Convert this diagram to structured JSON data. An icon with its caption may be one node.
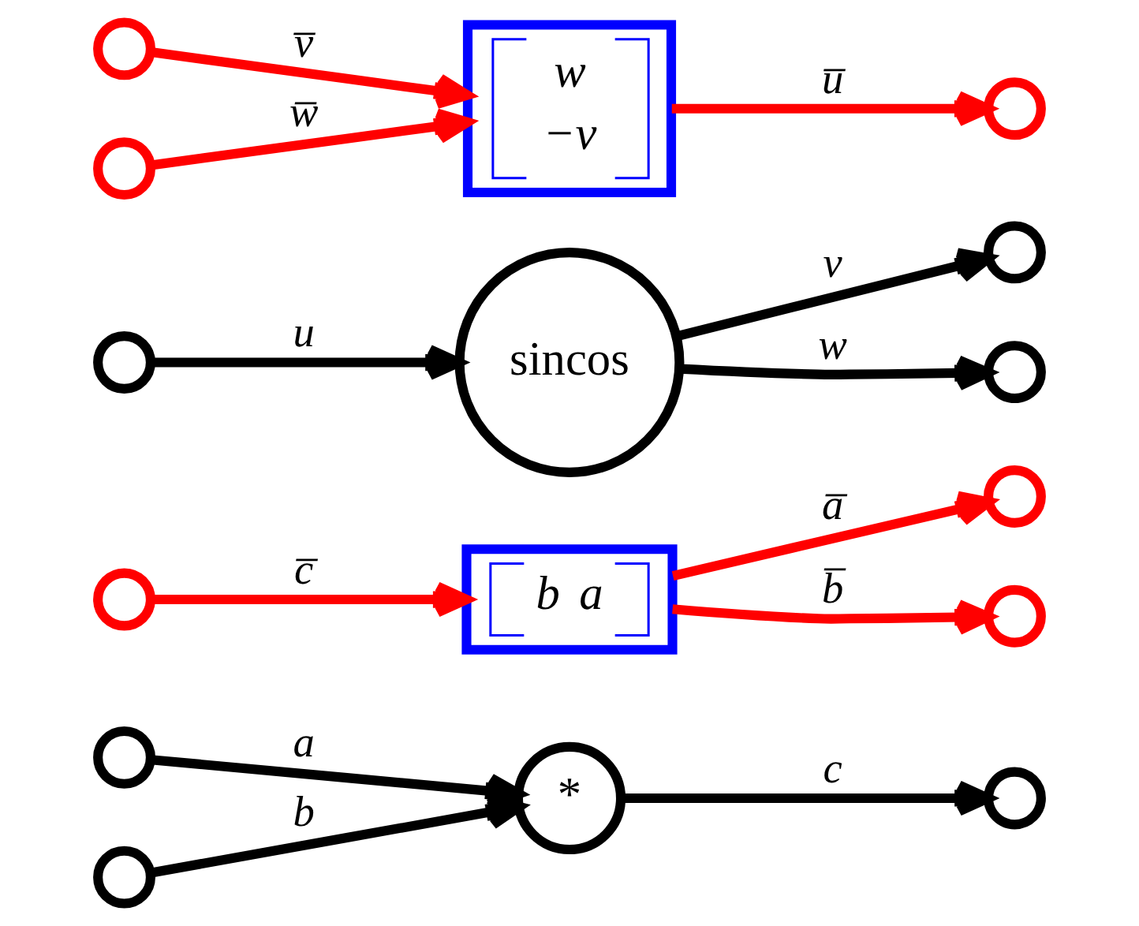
{
  "diagram": {
    "nodes": [
      {
        "text": [],
        "shape": "circle"
      },
      {
        "text": [],
        "shape": "circle"
      },
      {
        "text": [],
        "shape": "circle"
      },
      {
        "text": [],
        "shape": "circle"
      },
      {
        "text": [
          "*"
        ]
      },
      {
        "text": [
          "b",
          "a"
        ]
      },
      {
        "text": [],
        "shape": "circle"
      },
      {
        "text": [],
        "shape": "circle"
      },
      {
        "text": [],
        "shape": "circle"
      },
      {
        "text": [],
        "shape": "circle"
      },
      {
        "text": [
          "sincos"
        ]
      },
      {
        "text": [
          "w",
          "−v"
        ]
      },
      {
        "text": [],
        "shape": "circle"
      },
      {
        "text": [],
        "shape": "circle"
      },
      {
        "text": [],
        "shape": "circle"
      },
      {
        "text": [],
        "shape": "circle"
      }
    ],
    "edges": [
      {
        "from": 0,
        "to": 4,
        "arrow": "to",
        "label": "a"
      },
      {
        "from": 5,
        "to": 1,
        "arrow": "to",
        "label": "a̅",
        "color": "#ff0000"
      },
      {
        "from": 2,
        "to": 4,
        "arrow": "to",
        "label": "b"
      },
      {
        "from": 5,
        "to": 3,
        "arrow": "to",
        "label": "b̅",
        "color": "#ff0000"
      },
      {
        "from": 4,
        "to": 6,
        "arrow": "to",
        "label": "c"
      },
      {
        "from": 7,
        "to": 5,
        "arrow": "to",
        "label": "c̅",
        "color": "#ff0000"
      },
      {
        "from": 8,
        "to": 10,
        "arrow": "to",
        "label": "u"
      },
      {
        "from": 11,
        "to": 9,
        "arrow": "to",
        "label": "u̅",
        "color": "#ff0000"
      },
      {
        "from": 10,
        "to": 12,
        "arrow": "to",
        "label": "v"
      },
      {
        "from": 13,
        "to": 11,
        "arrow": "to",
        "label": "v̅",
        "color": "#ff0000"
      },
      {
        "from": 10,
        "to": 14,
        "arrow": "to",
        "label": "w"
      },
      {
        "from": 15,
        "to": 11,
        "arrow": "to",
        "label": "w̅",
        "color": "#ff0000"
      }
    ]
  }
}
